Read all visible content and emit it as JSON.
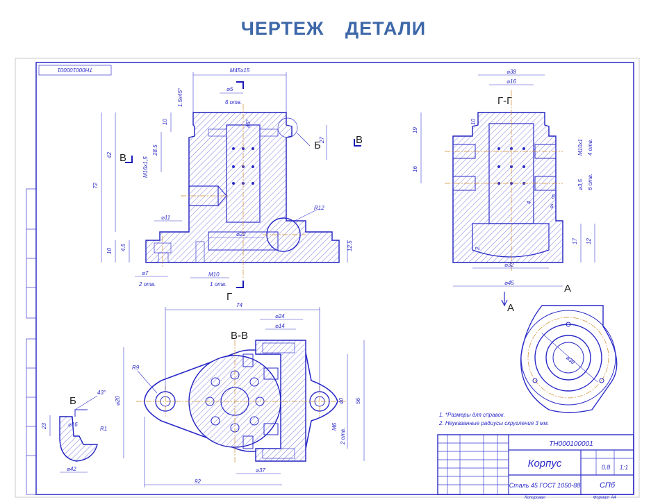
{
  "slide": {
    "title": "ЧЕРТЕЖ    ДЕТАЛИ"
  },
  "drawing": {
    "designation_mirrored": "ТН000100001",
    "section_gg": "Г-Г",
    "section_vv": "В-В",
    "view_a": "А",
    "view_b": "Б",
    "cut_b": "Б",
    "cut_v_left": "В",
    "cut_v_right": "В",
    "cut_g_bottom": "Г",
    "arrow_a": "А",
    "dims": {
      "m45": "М45х15",
      "d5": "⌀5",
      "holes6": "6 отв.",
      "deg45": "45°",
      "c15x45": "1.5х45°",
      "d27": "27",
      "d10": "10",
      "d285": "28.5",
      "d42": "42",
      "d72": "72",
      "d10b": "10",
      "d45b": "4.5",
      "d11": "⌀11",
      "d22": "⌀22",
      "r12": "R12",
      "d7": "⌀7",
      "holes2": "2 отв.",
      "m10": "М10",
      "holes1": "1 отв.",
      "d38": "⌀38",
      "d16": "⌀16",
      "d32": "⌀32",
      "d45": "⌀45",
      "d74": "74",
      "d24": "⌀24",
      "d14": "⌀14",
      "r9": "R9",
      "d20": "⌀20",
      "d40": "40",
      "d56": "56",
      "d37": "⌀37",
      "d92": "92",
      "d42b": "⌀42",
      "d43": "43°",
      "d23": "23",
      "r1": "R1",
      "d16b": "⌀16"
    },
    "notes": [
      "1. *Размеры для справок.",
      "2. Неуказанные радиусы скругления 3 мм."
    ],
    "stamp": {
      "code": "ТН000100001",
      "name": "Корпус",
      "material": "Сталь 45 ГОСТ 1050-88",
      "mass": "0.8",
      "scale": "1:1",
      "org": "СПб",
      "copied": "Копировал",
      "format": "Формат А4"
    }
  }
}
